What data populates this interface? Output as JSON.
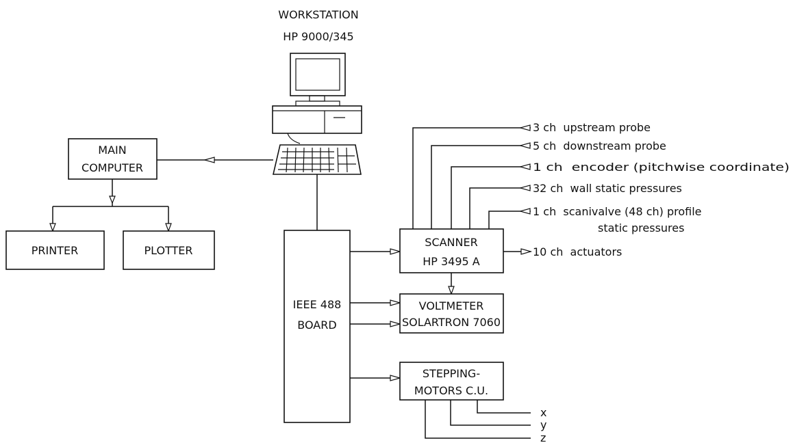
{
  "workstation": {
    "title": "WORKSTATION",
    "model": "HP 9000/345"
  },
  "main_computer": {
    "line1": "MAIN",
    "line2": "COMPUTER"
  },
  "printer": {
    "label": "PRINTER"
  },
  "plotter": {
    "label": "PLOTTER"
  },
  "ieee_board": {
    "line1": "IEEE 488",
    "line2": "BOARD"
  },
  "scanner": {
    "line1": "SCANNER",
    "line2": "HP 3495 A"
  },
  "voltmeter": {
    "line1": "VOLTMETER",
    "line2": "SOLARTRON 7060"
  },
  "stepping": {
    "line1": "STEPPING-",
    "line2": "MOTORS C.U."
  },
  "channels": [
    "3 ch  upstream probe",
    "5 ch  downstream probe",
    "1 ch  encoder (pitchwise coordinate)",
    "32 ch  wall static pressures",
    "1 ch  scanivalve (48 ch) profile",
    "static pressures",
    "10 ch  actuators"
  ],
  "axes": [
    "x",
    "y",
    "z"
  ]
}
